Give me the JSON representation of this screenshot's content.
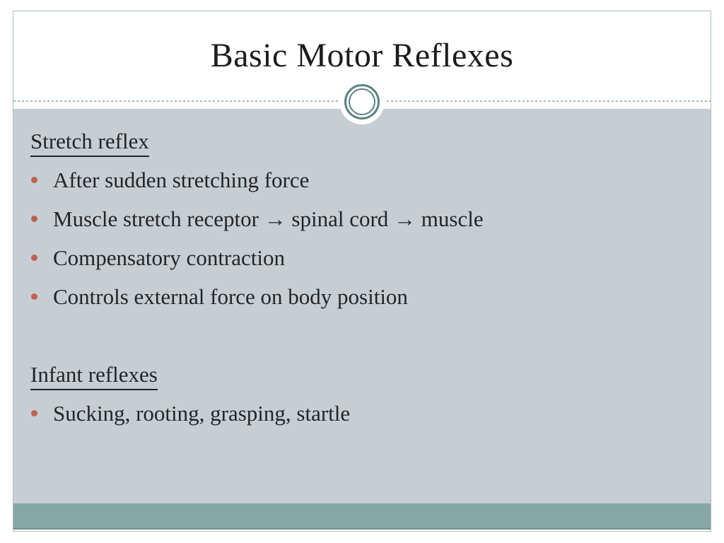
{
  "slide": {
    "title": "Basic Motor Reflexes",
    "sections": [
      {
        "heading": "Stretch reflex",
        "bullets": [
          "After sudden stretching force",
          "Muscle stretch receptor → spinal cord → muscle",
          "Compensatory contraction",
          "Controls external force on body position"
        ]
      },
      {
        "heading": "Infant reflexes",
        "bullets": [
          "Sucking, rooting, grasping, startle"
        ]
      }
    ],
    "icons": {
      "ornament": "double-ring-circle",
      "bullet": "round-dot"
    },
    "colors": {
      "page_bg": "#ffffff",
      "title_bg": "#ffffff",
      "body_bg": "#c6ced4",
      "footer_band": "#87a7a4",
      "frame_border": "#a9beba",
      "divider_dots": "#a4b9b6",
      "ornament_ring": "#5d8383",
      "bullet_dot": "#c0604f",
      "text": "#242424",
      "title_text": "#1c1c1c"
    }
  }
}
